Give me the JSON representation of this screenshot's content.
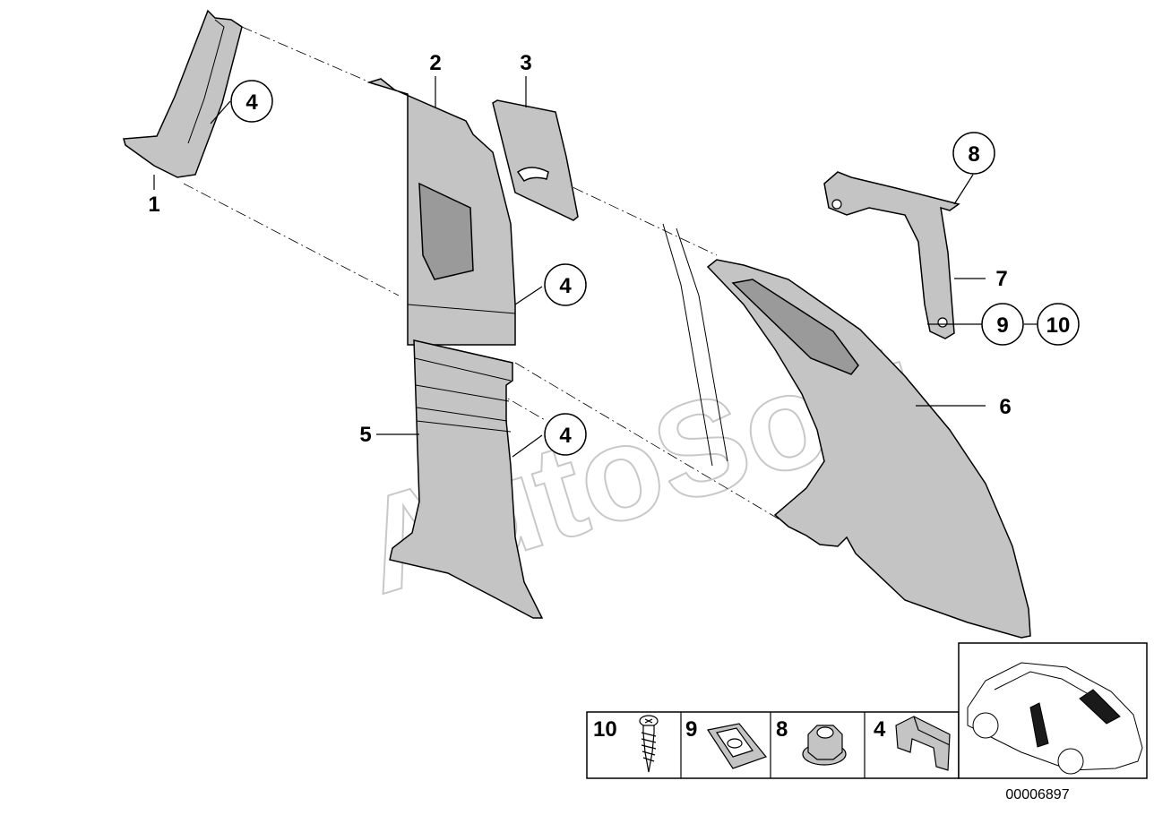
{
  "callouts": [
    "1",
    "2",
    "3",
    "4",
    "4",
    "4",
    "5",
    "6",
    "7",
    "8",
    "9",
    "10"
  ],
  "legend": [
    {
      "label": "10",
      "icon": "screw-icon"
    },
    {
      "label": "9",
      "icon": "clip-nut-icon"
    },
    {
      "label": "8",
      "icon": "hex-nut-icon"
    },
    {
      "label": "4",
      "icon": "retaining-clip-icon"
    }
  ],
  "watermark": "AutoSoft",
  "drawing_number": "00006897",
  "colors": {
    "line": "#000000",
    "part_fill": "#c4c4c4",
    "watermark": "#c8c8c8"
  }
}
